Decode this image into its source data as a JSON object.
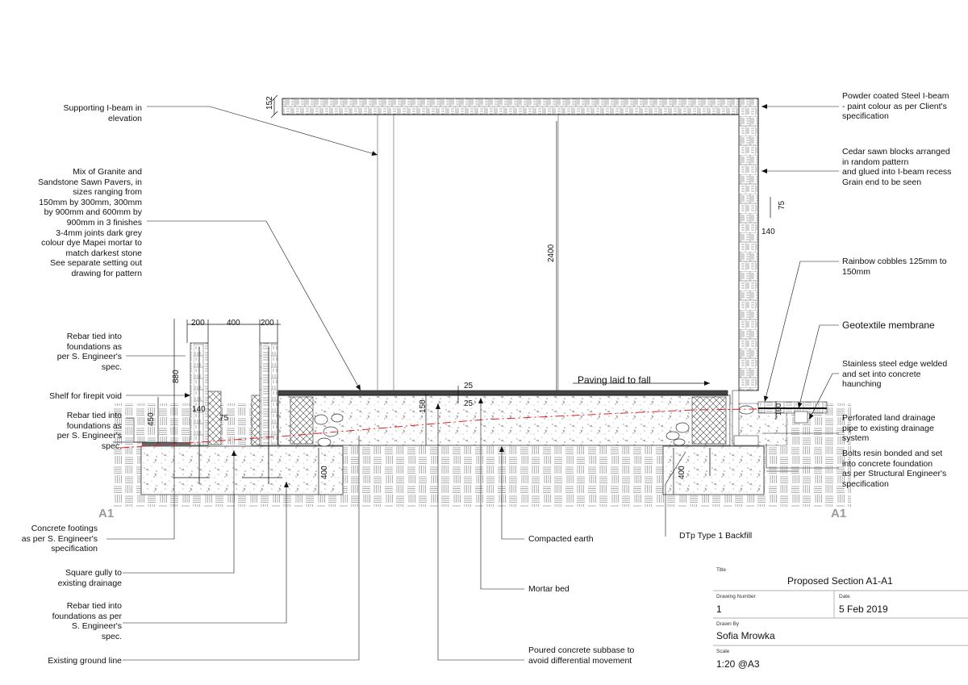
{
  "annotations": {
    "supporting_ibeam": "Supporting I-beam in\nelevation",
    "pavers": "Mix of Granite and\nSandstone Sawn Pavers, in\nsizes ranging from\n150mm by 300mm, 300mm\nby 900mm and 600mm by\n900mm in 3 finishes\n3-4mm joints dark grey\ncolour dye Mapei mortar to\nmatch darkest stone\nSee separate setting out\ndrawing for pattern",
    "rebar_1": "Rebar tied into\nfoundations as\nper S. Engineer's\nspec.",
    "shelf": "Shelf for firepit void",
    "rebar_2": "Rebar tied into\nfoundations as\nper S. Engineer's\nspec.",
    "concrete_footings": "Concrete footings\nas per S. Engineer's\nspecification",
    "square_gully": "Square gully to\nexisting drainage",
    "rebar_3": "Rebar tied into\nfoundations as per\nS. Engineer's\nspec.",
    "existing_ground": "Existing ground line",
    "compacted_earth": "Compacted earth",
    "mortar_bed": "Mortar bed",
    "poured_concrete": "Poured concrete subbase to\navoid differential movement",
    "dtp_backfill": "DTp Type 1 Backfill",
    "powder_coated": "Powder coated Steel I-beam\n- paint colour as per Client's\nspecification",
    "cedar": "Cedar sawn blocks arranged\nin random pattern\nand glued into I-beam recess\nGrain end to be seen",
    "rainbow_cobbles": "Rainbow cobbles 125mm to\n150mm",
    "geotextile": "Geotextile membrane",
    "stainless": "Stainless steel edge welded\nand set into concrete\nhaunching",
    "perforated": "Perforated land drainage\npipe to existing drainage\nsystem",
    "bolts": "Bolts resin bonded and set\ninto concrete foundation\nas per Structural Engineer's\nspecification",
    "paving_fall": "Paving laid to fall"
  },
  "dimensions": {
    "beam_depth": "152",
    "height": "2400",
    "cedar_gap": "75",
    "post_width": "140",
    "w200_left": "200",
    "w400": "400",
    "w200_right": "200",
    "h880": "880",
    "h450": "450",
    "d140": "140",
    "d75": "75",
    "d150": "150",
    "d25_top": "25",
    "d25_bottom": "25",
    "d400_left": "400",
    "d400_right": "400",
    "d100": "100"
  },
  "section_marks": {
    "left": "A1",
    "right": "A1"
  },
  "title_block": {
    "title_label": "Title",
    "title": "Proposed Section A1-A1",
    "drawing_number_label": "Drawing Number",
    "drawing_number": "1",
    "date_label": "Date",
    "date": "5 Feb 2019",
    "drawn_by_label": "Drawn By",
    "drawn_by": "Sofia Mrowka",
    "scale_label": "Scale",
    "scale": "1:20 @A3"
  }
}
